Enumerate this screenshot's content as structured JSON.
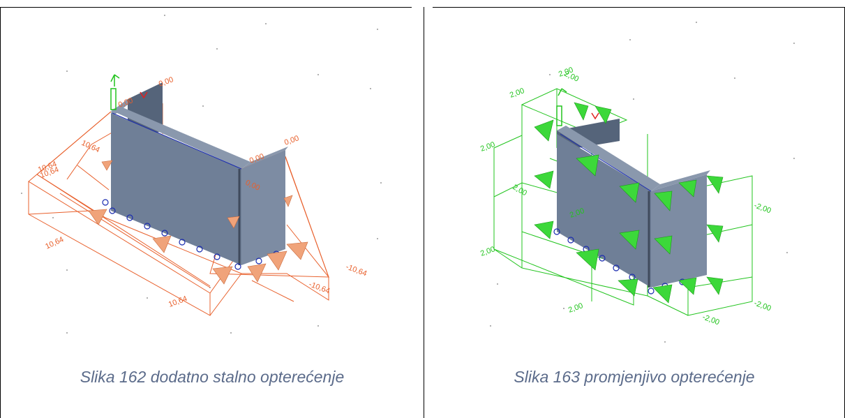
{
  "figures": [
    {
      "caption": "Slika 162 dodatno stalno opterećenje",
      "load_color": "#e8602c",
      "labels": [
        "0,00",
        "0,00",
        "0,00",
        "0,00",
        "0,00",
        "10,64",
        "10,64",
        "10,64",
        "10,64",
        "10,64",
        "-10,64",
        "-10,64"
      ]
    },
    {
      "caption": "Slika 163 promjenjivo opterećenje",
      "load_color": "#22c41e",
      "labels": [
        "2,00",
        "2,00",
        "2,00",
        "2,00",
        "2,00",
        "2,00",
        "2,00",
        "2,00",
        "-2,00",
        "-2,00",
        "-2,00"
      ]
    }
  ],
  "colors": {
    "wall": "#6f7f97",
    "wall_dark": "#55647a",
    "support": "#1a2bb0"
  }
}
